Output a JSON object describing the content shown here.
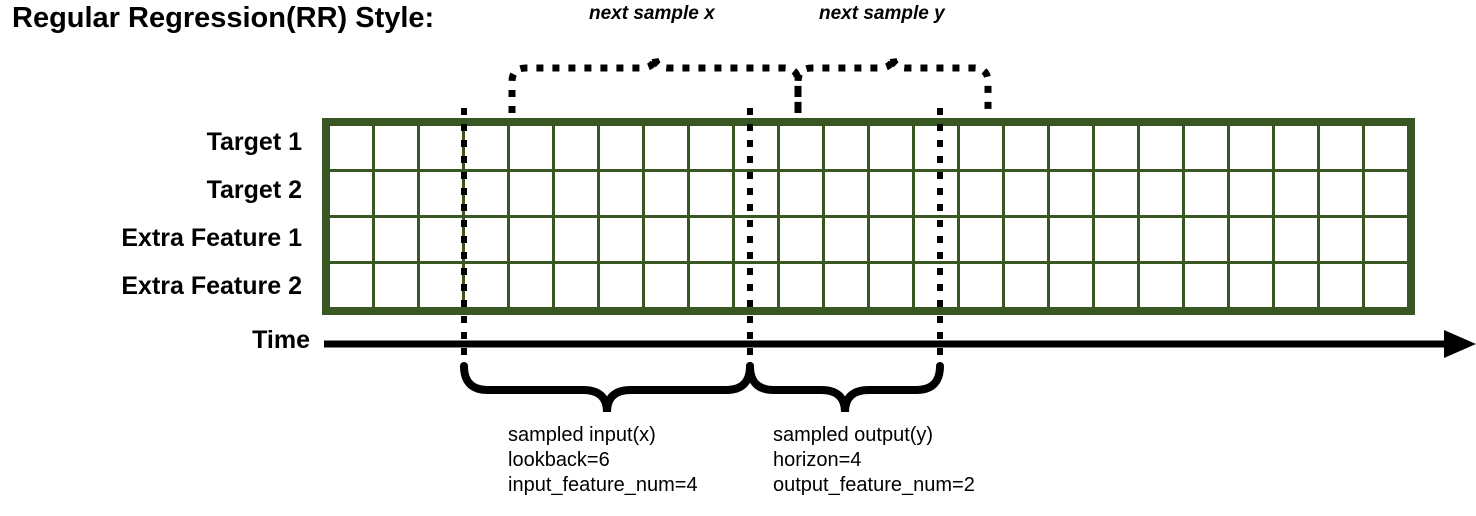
{
  "title": "Regular Regression(RR) Style:",
  "top_annotations": {
    "next_x": "next sample x",
    "next_y": "next sample y"
  },
  "rows": [
    {
      "label": "Target 1",
      "color_key": "green"
    },
    {
      "label": "Target 2",
      "color_key": "yellow"
    },
    {
      "label": "Extra Feature 1",
      "color_key": "blue"
    },
    {
      "label": "Extra Feature 2",
      "color_key": "orange"
    }
  ],
  "grid": {
    "columns": 24,
    "leading_blank_columns": 3,
    "input_columns": 6,
    "output_columns": 4,
    "trailing_blank_columns": 11,
    "cells": [
      [
        "white",
        "white",
        "white",
        "green",
        "green",
        "green",
        "green",
        "green",
        "green",
        "green-l",
        "green-l",
        "green-l",
        "green-l",
        "white",
        "white",
        "white",
        "white",
        "white",
        "white",
        "white",
        "white",
        "white",
        "white",
        "white"
      ],
      [
        "white",
        "white",
        "white",
        "yellow",
        "yellow",
        "yellow",
        "yellow",
        "yellow",
        "yellow",
        "yellow-l",
        "yellow-l",
        "yellow-l",
        "yellow-l",
        "white",
        "white",
        "white",
        "white",
        "white",
        "white",
        "white",
        "white",
        "white",
        "white",
        "white"
      ],
      [
        "white",
        "white",
        "white",
        "blue",
        "blue",
        "blue",
        "blue",
        "blue",
        "blue",
        "white",
        "white",
        "white",
        "white",
        "white",
        "white",
        "white",
        "white",
        "white",
        "white",
        "white",
        "white",
        "white",
        "white",
        "white"
      ],
      [
        "white",
        "white",
        "white",
        "orange",
        "orange",
        "orange",
        "orange",
        "orange",
        "orange",
        "white",
        "white",
        "white",
        "white",
        "white",
        "white",
        "white",
        "white",
        "white",
        "white",
        "white",
        "white",
        "white",
        "white",
        "white"
      ]
    ]
  },
  "time_axis": {
    "label": "Time"
  },
  "captions": {
    "input": {
      "title": "sampled input(x)",
      "line2": "lookback=6",
      "line3": "input_feature_num=4"
    },
    "output": {
      "title": "sampled output(y)",
      "line2": "horizon=4",
      "line3": "output_feature_num=2"
    }
  },
  "colors": {
    "grid_border": "#385723",
    "green": "#70ad47",
    "green_light": "#c5e0b4",
    "yellow": "#ffc000",
    "yellow_light": "#fde9b3",
    "blue": "#2e75b6",
    "orange": "#c55a11",
    "ink": "#000000",
    "background": "#ffffff"
  }
}
